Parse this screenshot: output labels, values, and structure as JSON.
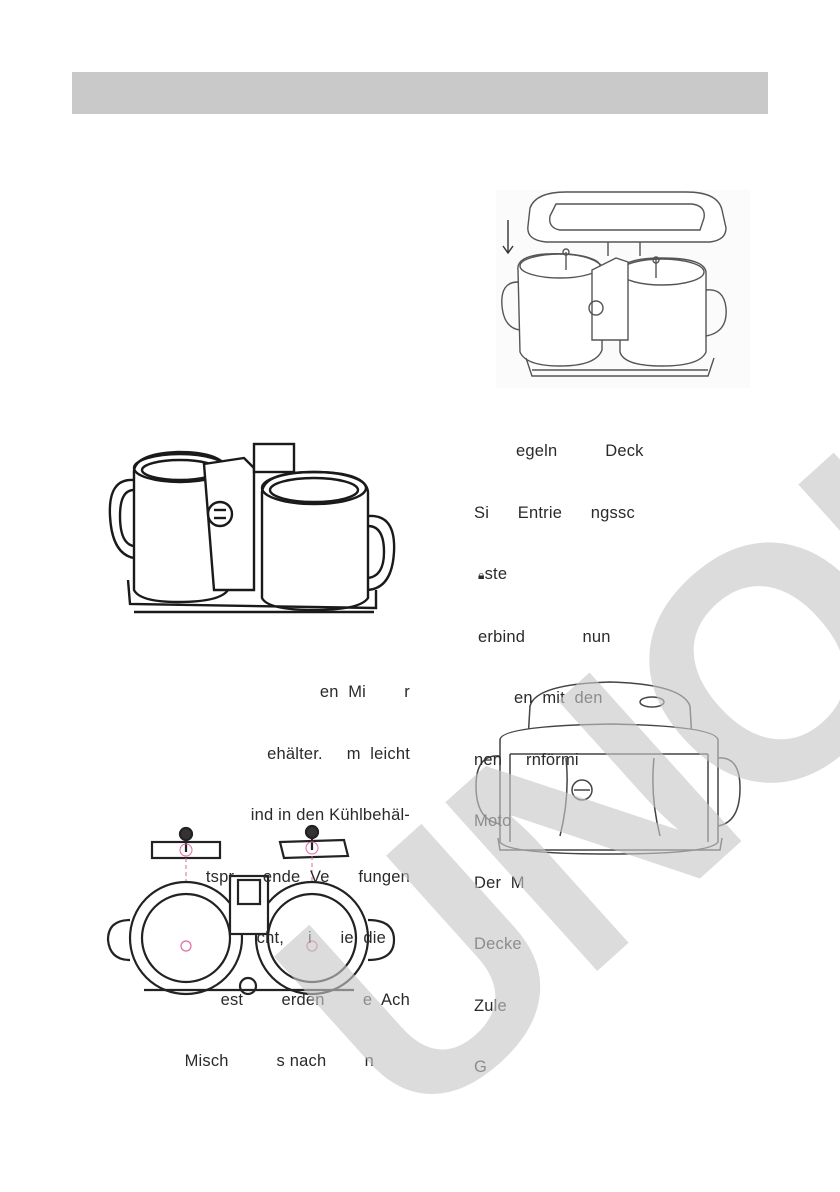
{
  "header": {
    "title": ""
  },
  "right_column": {
    "lines": [
      "egeln          Deck",
      "Si      Entrie      ngssc",
      "ste",
      "erbind            nun",
      "en  mit  den",
      "nen     rnförmi",
      "Moto",
      "Der  M",
      "Decke",
      "Zule",
      "G"
    ]
  },
  "left_column": {
    "lines": [
      "en  Mi        r",
      "ehälter.     m  leicht",
      "ind in den Kühlbehäl-",
      "tspr      ende  Ve      fungen",
      "cht,     i      ie  die",
      "est        erden        e  Ach",
      "Misch          s nach        n"
    ]
  },
  "watermark": {
    "text": "UNOLD"
  },
  "icons": {
    "lock": "lock-icon"
  }
}
